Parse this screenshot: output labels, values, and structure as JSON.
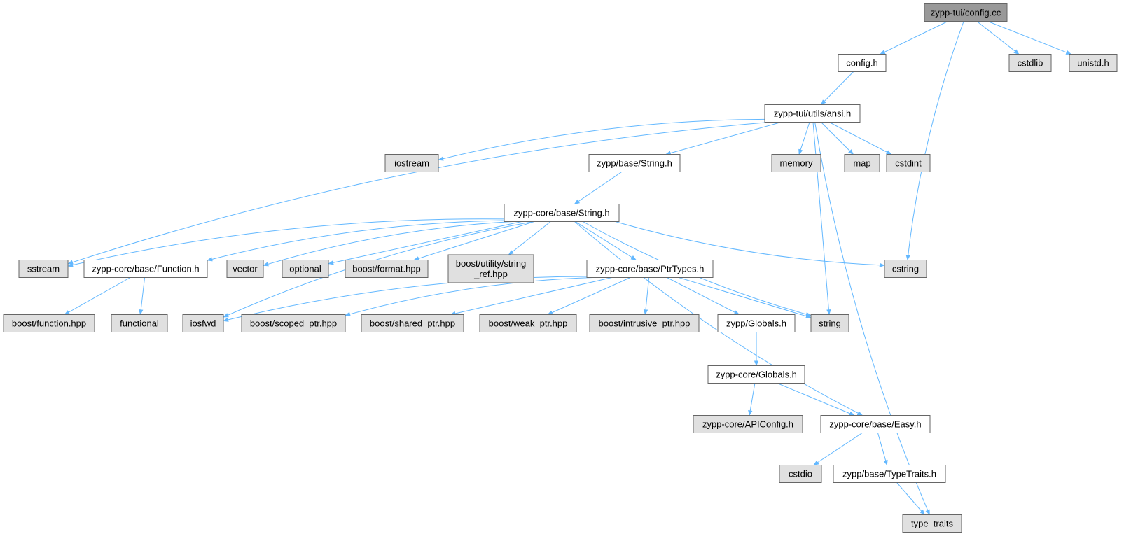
{
  "colors": {
    "edge": "#63b8ff",
    "root_fill": "#999999",
    "internal_fill": "#ffffff",
    "external_fill": "#e0e0e0",
    "border": "#666666"
  },
  "nodes": [
    {
      "id": "config_cc",
      "label": "zypp-tui/config.cc",
      "kind": "root"
    },
    {
      "id": "config_h",
      "label": "config.h",
      "kind": "internal"
    },
    {
      "id": "cstdlib",
      "label": "cstdlib",
      "kind": "external"
    },
    {
      "id": "unistd_h",
      "label": "unistd.h",
      "kind": "external"
    },
    {
      "id": "ansi_h",
      "label": "zypp-tui/utils/ansi.h",
      "kind": "internal"
    },
    {
      "id": "iostream",
      "label": "iostream",
      "kind": "external"
    },
    {
      "id": "zypp_string_h",
      "label": "zypp/base/String.h",
      "kind": "internal"
    },
    {
      "id": "memory",
      "label": "memory",
      "kind": "external"
    },
    {
      "id": "map",
      "label": "map",
      "kind": "external"
    },
    {
      "id": "cstdint",
      "label": "cstdint",
      "kind": "external"
    },
    {
      "id": "core_string_h",
      "label": "zypp-core/base/String.h",
      "kind": "internal"
    },
    {
      "id": "sstream",
      "label": "sstream",
      "kind": "external"
    },
    {
      "id": "function_h",
      "label": "zypp-core/base/Function.h",
      "kind": "internal"
    },
    {
      "id": "vector",
      "label": "vector",
      "kind": "external"
    },
    {
      "id": "optional",
      "label": "optional",
      "kind": "external"
    },
    {
      "id": "boost_format",
      "label": "boost/format.hpp",
      "kind": "external"
    },
    {
      "id": "boost_string_ref",
      "label": "boost/utility/string\n_ref.hpp",
      "kind": "external"
    },
    {
      "id": "ptrtypes_h",
      "label": "zypp-core/base/PtrTypes.h",
      "kind": "internal"
    },
    {
      "id": "cstring",
      "label": "cstring",
      "kind": "external"
    },
    {
      "id": "boost_function",
      "label": "boost/function.hpp",
      "kind": "external"
    },
    {
      "id": "functional",
      "label": "functional",
      "kind": "external"
    },
    {
      "id": "iosfwd",
      "label": "iosfwd",
      "kind": "external"
    },
    {
      "id": "boost_scoped_ptr",
      "label": "boost/scoped_ptr.hpp",
      "kind": "external"
    },
    {
      "id": "boost_shared_ptr",
      "label": "boost/shared_ptr.hpp",
      "kind": "external"
    },
    {
      "id": "boost_weak_ptr",
      "label": "boost/weak_ptr.hpp",
      "kind": "external"
    },
    {
      "id": "boost_intrusive_ptr",
      "label": "boost/intrusive_ptr.hpp",
      "kind": "external"
    },
    {
      "id": "zypp_globals_h",
      "label": "zypp/Globals.h",
      "kind": "internal"
    },
    {
      "id": "string",
      "label": "string",
      "kind": "external"
    },
    {
      "id": "core_globals_h",
      "label": "zypp-core/Globals.h",
      "kind": "internal"
    },
    {
      "id": "apiconfig_h",
      "label": "zypp-core/APIConfig.h",
      "kind": "external"
    },
    {
      "id": "easy_h",
      "label": "zypp-core/base/Easy.h",
      "kind": "internal"
    },
    {
      "id": "cstdio",
      "label": "cstdio",
      "kind": "external"
    },
    {
      "id": "typetraits_h",
      "label": "zypp/base/TypeTraits.h",
      "kind": "internal"
    },
    {
      "id": "type_traits",
      "label": "type_traits",
      "kind": "external"
    }
  ],
  "edges": [
    [
      "config_cc",
      "config_h"
    ],
    [
      "config_cc",
      "cstdlib"
    ],
    [
      "config_cc",
      "unistd_h"
    ],
    [
      "config_cc",
      "cstring"
    ],
    [
      "config_h",
      "ansi_h"
    ],
    [
      "ansi_h",
      "iostream"
    ],
    [
      "ansi_h",
      "zypp_string_h"
    ],
    [
      "ansi_h",
      "memory"
    ],
    [
      "ansi_h",
      "map"
    ],
    [
      "ansi_h",
      "cstdint"
    ],
    [
      "ansi_h",
      "sstream"
    ],
    [
      "ansi_h",
      "string"
    ],
    [
      "ansi_h",
      "type_traits"
    ],
    [
      "zypp_string_h",
      "core_string_h"
    ],
    [
      "core_string_h",
      "sstream"
    ],
    [
      "core_string_h",
      "function_h"
    ],
    [
      "core_string_h",
      "vector"
    ],
    [
      "core_string_h",
      "optional"
    ],
    [
      "core_string_h",
      "boost_format"
    ],
    [
      "core_string_h",
      "boost_string_ref"
    ],
    [
      "core_string_h",
      "ptrtypes_h"
    ],
    [
      "core_string_h",
      "cstring"
    ],
    [
      "core_string_h",
      "string"
    ],
    [
      "core_string_h",
      "iosfwd"
    ],
    [
      "core_string_h",
      "easy_h"
    ],
    [
      "function_h",
      "boost_function"
    ],
    [
      "function_h",
      "functional"
    ],
    [
      "ptrtypes_h",
      "iosfwd"
    ],
    [
      "ptrtypes_h",
      "boost_scoped_ptr"
    ],
    [
      "ptrtypes_h",
      "boost_shared_ptr"
    ],
    [
      "ptrtypes_h",
      "boost_weak_ptr"
    ],
    [
      "ptrtypes_h",
      "boost_intrusive_ptr"
    ],
    [
      "ptrtypes_h",
      "zypp_globals_h"
    ],
    [
      "ptrtypes_h",
      "string"
    ],
    [
      "zypp_globals_h",
      "core_globals_h"
    ],
    [
      "core_globals_h",
      "apiconfig_h"
    ],
    [
      "core_globals_h",
      "easy_h"
    ],
    [
      "easy_h",
      "cstdio"
    ],
    [
      "easy_h",
      "typetraits_h"
    ],
    [
      "typetraits_h",
      "type_traits"
    ]
  ]
}
